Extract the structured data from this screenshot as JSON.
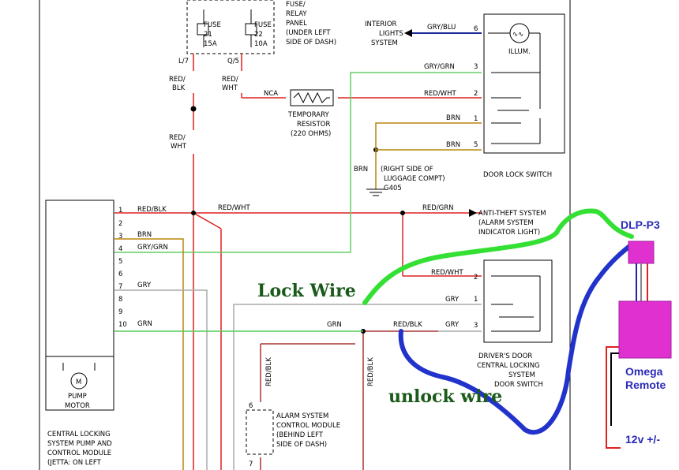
{
  "fuse_panel": {
    "lines": [
      "FUSE/",
      "RELAY",
      "PANEL",
      "(UNDER LEFT",
      "SIDE OF DASH)"
    ],
    "fuse21": {
      "label": "FUSE",
      "number": "21",
      "rating": "15A"
    },
    "fuse22": {
      "label": "FUSE",
      "number": "22",
      "rating": "10A"
    },
    "term_left": "L/7",
    "term_right": "Q/5"
  },
  "wires": {
    "red_blk_a": [
      "RED/",
      "BLK"
    ],
    "red_wht_a": [
      "RED/",
      "WHT"
    ],
    "red_wht_b": [
      "RED/",
      "WHT"
    ],
    "red_wht_c": "RED/WHT",
    "red_wht_d": "RED/WHT",
    "red_blk_pin": "RED/BLK",
    "red_grn": "RED/GRN",
    "nca": "NCA",
    "gry_blu": "GRY/BLU",
    "gry_grn": "GRY/GRN",
    "gry_grn_pin": "GRY/GRN",
    "brn": "BRN",
    "gry": "GRY",
    "grn": "GRN"
  },
  "resistor": {
    "lines": [
      "TEMPORARY",
      "RESISTOR",
      "(220 OHMS)"
    ]
  },
  "interior_lights": [
    "INTERIOR",
    "LIGHTS",
    "SYSTEM"
  ],
  "door_lock_switch": {
    "illum": "ILLUM.",
    "label": "DOOR LOCK SWITCH",
    "pins": [
      "6",
      "3",
      "2",
      "1",
      "5"
    ]
  },
  "ground": {
    "lines": [
      "(RIGHT SIDE OF",
      "LUGGAGE COMPT)",
      "G405"
    ]
  },
  "anti_theft": [
    "ANTI-THEFT SYSTEM",
    "(ALARM SYSTEM",
    "INDICATOR LIGHT)"
  ],
  "pump_module": {
    "pins": [
      "1",
      "2",
      "3",
      "4",
      "5",
      "6",
      "7",
      "8",
      "9",
      "10"
    ],
    "pump": [
      "PUMP",
      "MOTOR"
    ],
    "caption": [
      "CENTRAL LOCKING",
      "SYSTEM PUMP AND",
      "CONTROL MODULE",
      "(JETTA: ON LEFT"
    ]
  },
  "drivers_switch": {
    "pins": [
      "2",
      "1",
      "3"
    ],
    "caption": [
      "DRIVER'S DOOR",
      "CENTRAL LOCKING",
      "SYSTEM",
      "DOOR SWITCH"
    ]
  },
  "alarm_module": {
    "pins": [
      "6",
      "7"
    ],
    "caption": [
      "ALARM SYSTEM",
      "CONTROL MODULE",
      "(BEHIND LEFT",
      "SIDE OF DASH)"
    ]
  },
  "annotations": {
    "lock_wire": "Lock Wire",
    "unlock_wire": "unlock wire",
    "dlp": "DLP-P3",
    "omega": [
      "Omega",
      "Remote"
    ],
    "power": "12v +/-"
  }
}
